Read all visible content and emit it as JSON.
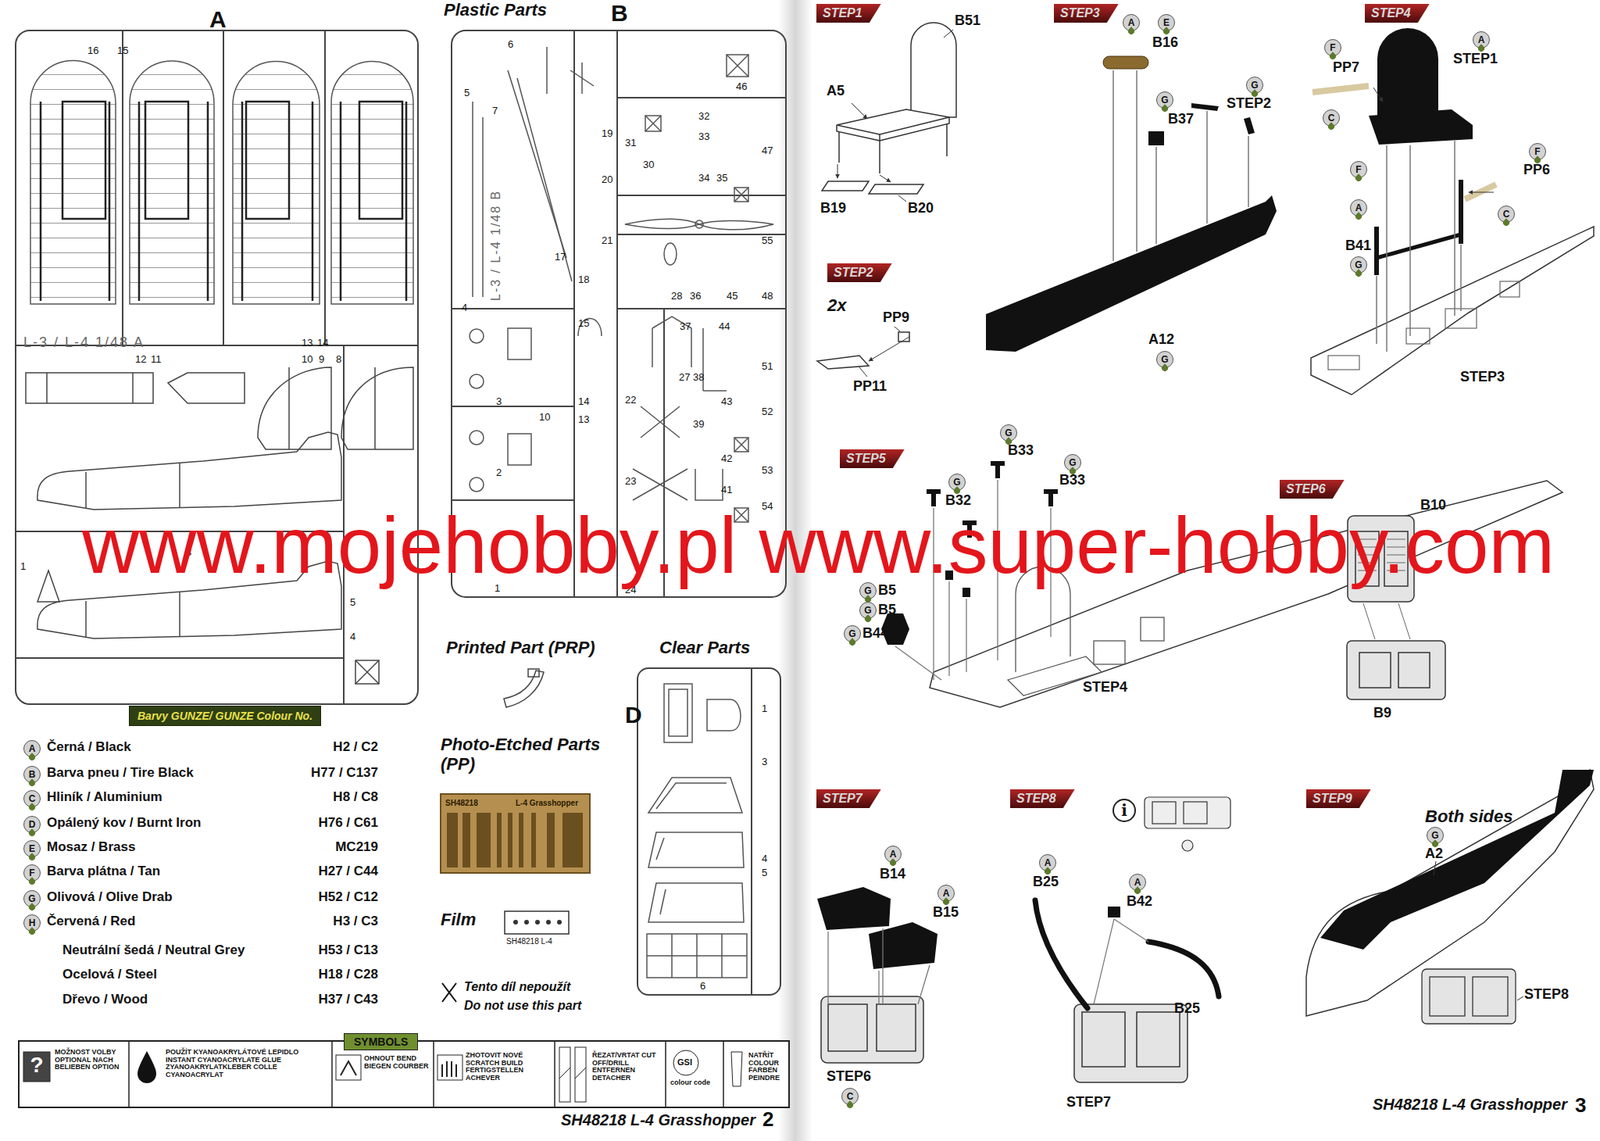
{
  "diagram": {
    "nodes": [
      {
        "text": [
          "Barvy GUNZE/ GUNZE Colour No."
        ]
      },
      {
        "text": [
          "SYMBOLS"
        ]
      },
      {
        "text": [
          "STEP1"
        ]
      },
      {
        "text": [
          "STEP2"
        ]
      },
      {
        "text": [
          "STEP3"
        ]
      },
      {
        "text": [
          "STEP4"
        ]
      },
      {
        "text": [
          "STEP5"
        ]
      },
      {
        "text": [
          "STEP6"
        ]
      },
      {
        "text": [
          "STEP7"
        ]
      },
      {
        "text": [
          "STEP8"
        ]
      },
      {
        "text": [
          "STEP9"
        ]
      }
    ],
    "labels": [
      "Plastic Parts",
      "A",
      "B",
      "16",
      "15",
      "L-3 / L-4 1/48 A",
      "13",
      "14",
      "12",
      "11",
      "10",
      "9",
      "8",
      "1",
      "3",
      "5",
      "4",
      "L-3 / L-4 1/48 B",
      "6",
      "5",
      "7",
      "46",
      "31",
      "32",
      "33",
      "47",
      "19",
      "30",
      "34",
      "35",
      "20",
      "21",
      "17",
      "18",
      "55",
      "4",
      "28",
      "36",
      "45",
      "48",
      "15",
      "37",
      "44",
      "27",
      "51",
      "38",
      "14",
      "3",
      "10",
      "13",
      "43",
      "52",
      "39",
      "42",
      "22",
      "53",
      "23",
      "41",
      "54",
      "2",
      "24",
      "1",
      "D",
      "1",
      "3",
      "4",
      "5",
      "6",
      "Printed Part (PRP)",
      "Clear Parts",
      "Photo-Etched Parts (PP)",
      "SH48218",
      "L-4 Grasshopper",
      "Film",
      "SH48218 L-4",
      "Tento díl nepoužít",
      "Do not use this part",
      "A",
      "Černá / Black",
      "H2 / C2",
      "B",
      "Barva pneu / Tire Black",
      "H77 / C137",
      "C",
      "Hliník / Aluminium",
      "H8 / C8",
      "D",
      "Opálený kov / Burnt Iron",
      "H76 / C61",
      "E",
      "Mosaz / Brass",
      "MC219",
      "F",
      "Barva plátna / Tan",
      "H27 / C44",
      "G",
      "Olivová / Olive Drab",
      "H52 / C12",
      "H",
      "Červená / Red",
      "H3 / C3",
      "Neutrální šedá / Neutral Grey",
      "H53 / C13",
      "Ocelová / Steel",
      "H18 / C28",
      "Dřevo / Wood",
      "H37 / C43",
      "?",
      "MOŽNOST VOLBY OPTIONAL NACH BELIEBEN OPTION",
      "POUŽÍT KYANOAKRYLÁTOVÉ LEPIDLO INSTANT CYANOACRYLATE GLUE ZYANOAKRYLATKLEBER COLLE CYANOACRYLAT",
      "OHNOUT BEND BIEGEN COURBER",
      "ZHOTOVIT NOVÉ SCRATCH BUILD FERTIGSTELLEN ACHEVER",
      "ŘEZAT/VRTAT CUT OFF/DRILL ENTFERNEN DETACHER",
      "GSI",
      "colour code",
      "NATŘÍT COLOUR FARBEN PEINDRE",
      "SH48218 L-4 Grasshopper",
      "2",
      "B51",
      "A5",
      "B19",
      "B20",
      "2x",
      "PP9",
      "PP11",
      "A",
      "E",
      "B16",
      "G",
      "B37",
      "G",
      "STEP2",
      "A12",
      "G",
      "F",
      "PP7",
      "C",
      "A",
      "STEP1",
      "F",
      "PP6",
      "C",
      "F",
      "A",
      "B41",
      "G",
      "STEP3",
      "G",
      "B33",
      "G",
      "B33",
      "G",
      "B32",
      "G",
      "B5",
      "G",
      "B5",
      "G",
      "B44",
      "STEP4",
      "B10",
      "B9",
      "A",
      "B14",
      "A",
      "B15",
      "STEP6",
      "C",
      "A",
      "B25",
      "A",
      "B42",
      "B25",
      "STEP7",
      "i",
      "Both sides",
      "G",
      "A2",
      "STEP8",
      "SH48218 L-4 Grasshopper",
      "3",
      "www.mojehobby.pl www.super-hobby.com"
    ]
  }
}
